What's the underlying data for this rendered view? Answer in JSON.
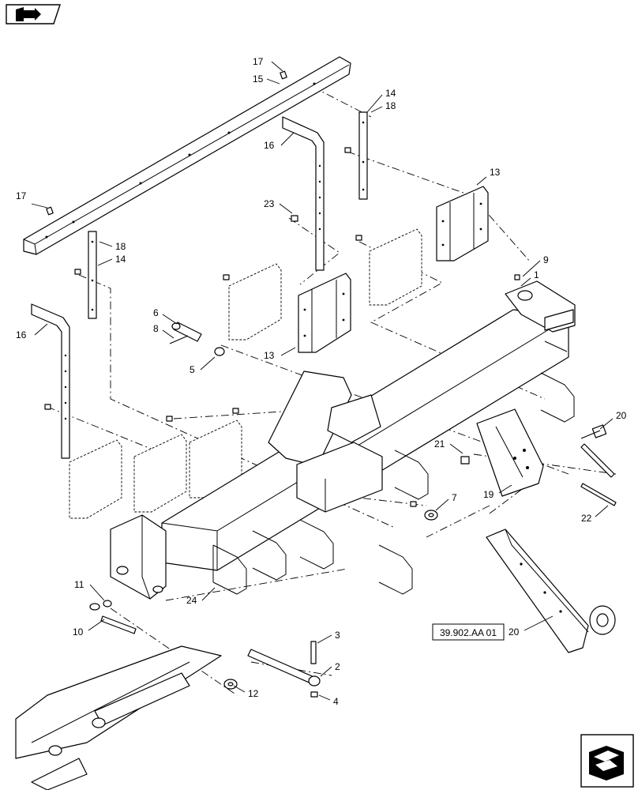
{
  "nav": {
    "top_left_icon": "book-arrow-icon",
    "bottom_right_icon": "page-flip-icon"
  },
  "reference": {
    "label": "39.902.AA 01"
  },
  "callouts": {
    "c17a": "17",
    "c15": "15",
    "c14a": "14",
    "c18a": "18",
    "c16a": "16",
    "c17b": "17",
    "c13a": "13",
    "c23": "23",
    "c18b": "18",
    "c14b": "14",
    "c9": "9",
    "c1": "1",
    "c16b": "16",
    "c6": "6",
    "c8": "8",
    "c13b": "13",
    "c5": "5",
    "c20a": "20",
    "c21": "21",
    "c7": "7",
    "c19": "19",
    "c22": "22",
    "c24": "24",
    "c11": "11",
    "c10": "10",
    "c20b": "20",
    "c3": "3",
    "c2": "2",
    "c12": "12",
    "c4": "4"
  }
}
